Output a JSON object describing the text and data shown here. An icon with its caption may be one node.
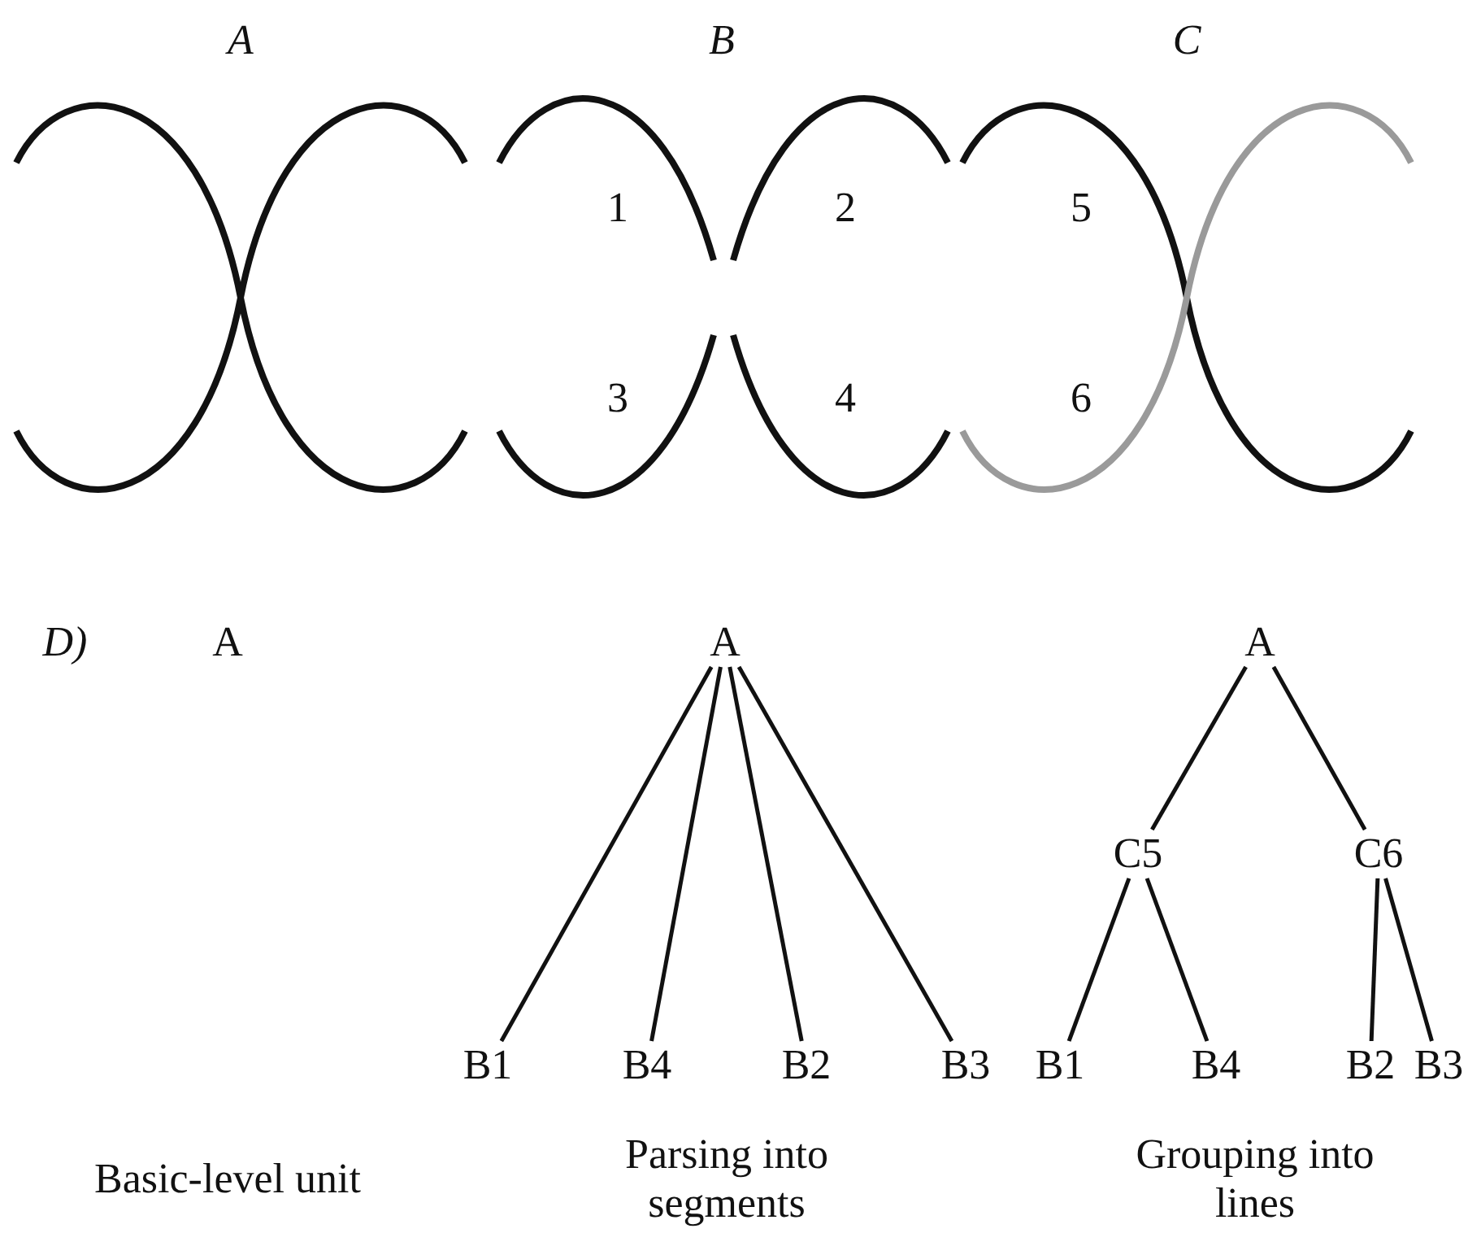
{
  "diagram": {
    "nodes": [
      {
        "text": [
          "A"
        ]
      },
      {
        "text": [
          "A"
        ]
      },
      {
        "text": [
          "B1"
        ]
      },
      {
        "text": [
          "B4"
        ]
      },
      {
        "text": [
          "B2"
        ]
      },
      {
        "text": [
          "B3"
        ]
      },
      {
        "text": [
          "A"
        ]
      },
      {
        "text": [
          "C5"
        ]
      },
      {
        "text": [
          "C6"
        ]
      },
      {
        "text": [
          "B1"
        ]
      },
      {
        "text": [
          "B4"
        ]
      },
      {
        "text": [
          "B2"
        ]
      },
      {
        "text": [
          "B3"
        ]
      }
    ],
    "edges": [
      {
        "from": 1,
        "to": 2,
        "arrow": "none"
      },
      {
        "from": 1,
        "to": 3,
        "arrow": "none"
      },
      {
        "from": 1,
        "to": 4,
        "arrow": "none"
      },
      {
        "from": 1,
        "to": 5,
        "arrow": "none"
      },
      {
        "from": 6,
        "to": 7,
        "arrow": "none"
      },
      {
        "from": 6,
        "to": 8,
        "arrow": "none"
      },
      {
        "from": 7,
        "to": 9,
        "arrow": "none"
      },
      {
        "from": 7,
        "to": 10,
        "arrow": "none"
      },
      {
        "from": 8,
        "to": 11,
        "arrow": "none"
      },
      {
        "from": 8,
        "to": 12,
        "arrow": "none"
      }
    ],
    "labels": [
      "A",
      "B",
      "C",
      "1",
      "2",
      "5",
      "3",
      "4",
      "6",
      "D)",
      "Basic-level unit",
      "Parsing into segments",
      "Grouping into lines"
    ]
  }
}
